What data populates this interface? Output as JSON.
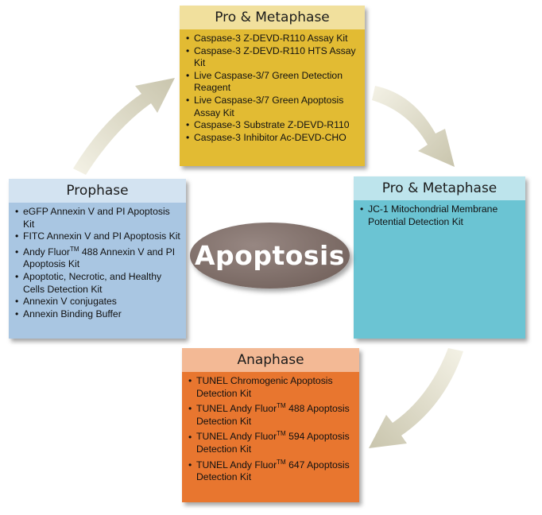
{
  "center": {
    "label": "Apoptosis"
  },
  "colors": {
    "top": "#e2bb33",
    "right": "#6bc4d3",
    "left": "#a9c6e2",
    "bottom": "#e8762f",
    "center": "#7a6963",
    "arrow": "#e3e1cd"
  },
  "boxes": {
    "top": {
      "title": "Pro & Metaphase",
      "items": [
        "Caspase-3 Z-DEVD-R110 Assay Kit",
        "Caspase-3 Z-DEVD-R110 HTS Assay Kit",
        "Live Caspase-3/7 Green Detection Reagent",
        "Live Caspase-3/7 Green Apoptosis Assay Kit",
        "Caspase-3 Substrate Z-DEVD-R110",
        "Caspase-3 Inhibitor Ac-DEVD-CHO"
      ]
    },
    "right": {
      "title": "Pro & Metaphase",
      "items": [
        "JC-1 Mitochondrial Membrane Potential Detection Kit"
      ]
    },
    "left": {
      "title": "Prophase",
      "items": [
        {
          "pre": "eGFP Annexin V and PI Apoptosis Kit"
        },
        {
          "pre": "FITC Annexin V and PI Apoptosis Kit"
        },
        {
          "pre": "Andy Fluor",
          "sup": "TM",
          "post": " 488 Annexin V and PI Apoptosis Kit"
        },
        {
          "pre": "Apoptotic, Necrotic, and Healthy Cells Detection Kit"
        },
        {
          "pre": "Annexin V conjugates"
        },
        {
          "pre": "Annexin Binding Buffer"
        }
      ]
    },
    "bottom": {
      "title": "Anaphase",
      "items": [
        {
          "pre": "TUNEL Chromogenic Apoptosis Detection Kit"
        },
        {
          "pre": "TUNEL Andy Fluor",
          "sup": "TM",
          "post": " 488 Apoptosis Detection Kit"
        },
        {
          "pre": "TUNEL Andy Fluor",
          "sup": "TM",
          "post": " 594 Apoptosis Detection Kit"
        },
        {
          "pre": "TUNEL Andy Fluor",
          "sup": "TM",
          "post": " 647 Apoptosis Detection Kit"
        }
      ]
    }
  }
}
